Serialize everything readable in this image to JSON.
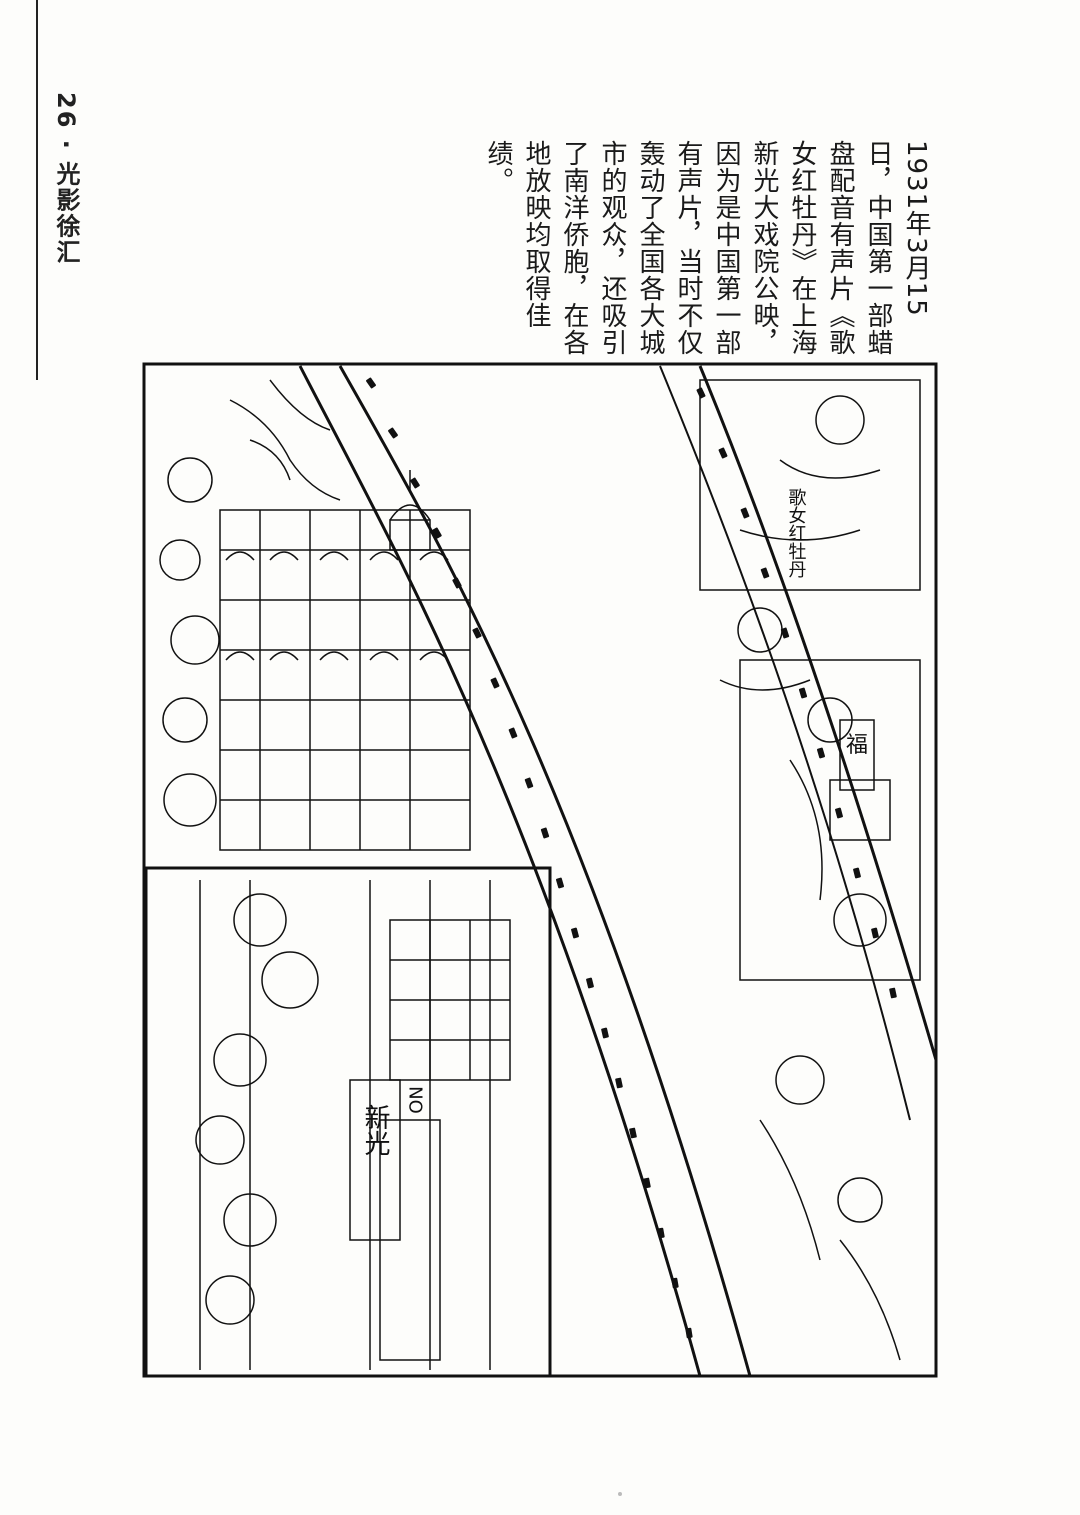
{
  "running_head": {
    "text": "26 · 光影徐汇"
  },
  "caption": {
    "text": "1931年3月15日，中国第一部蜡盘配音有声片《歌女红牡丹》在上海新光大戏院公映，因为是中国第一部有声片，当时不仅轰动了全国各大城市的观众，还吸引了南洋侨胞，在各地放映均取得佳绩。"
  },
  "illustration": {
    "film_title_sign": "歌女红牡丹",
    "shop_sign": "福",
    "theater_sign": "新光",
    "theater_sign_logo": "NO"
  }
}
